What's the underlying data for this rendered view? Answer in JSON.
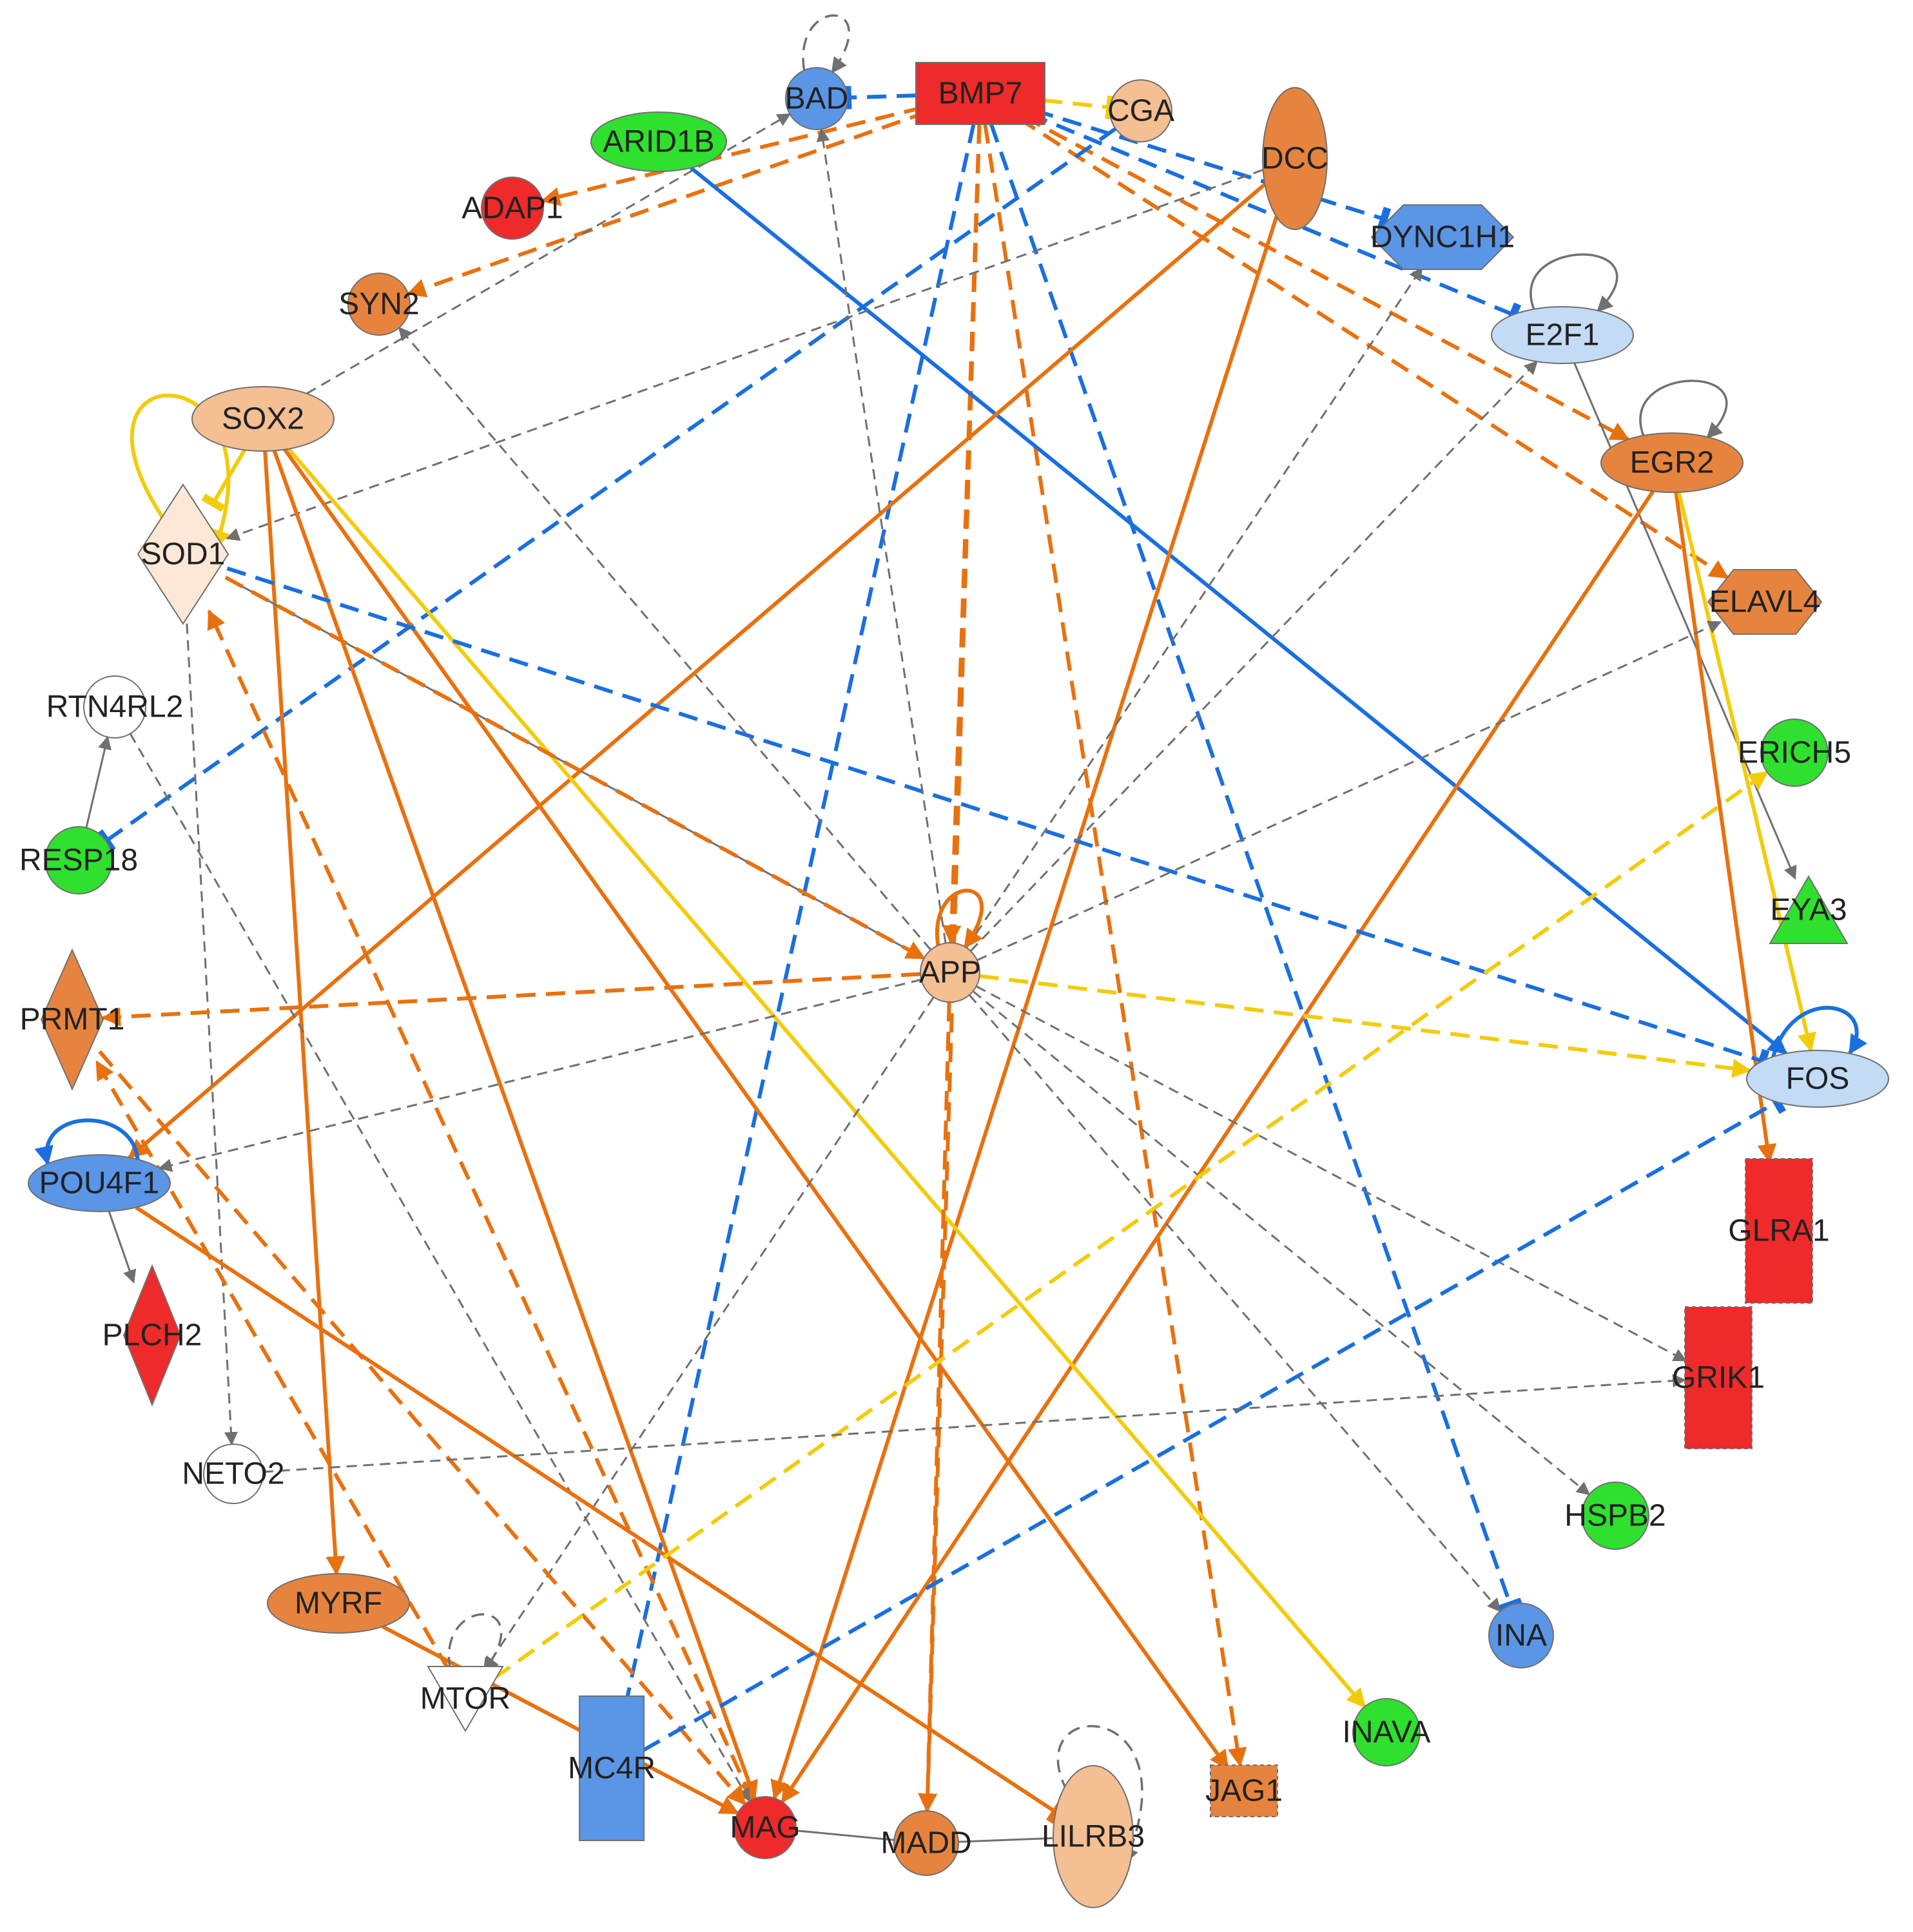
{
  "colors": {
    "up_strong": "#ee2a2a",
    "up_medium": "#e6843f",
    "up_light": "#f4bf92",
    "up_faint": "#fde7d6",
    "down_strong": "#2fe02f",
    "down_medium": "#5b95e6",
    "down_light": "#c3dbf5",
    "neutral": "#ffffff",
    "edge_activation": "#e8710f",
    "edge_inhibition": "#1a6fe0",
    "edge_inconsistent": "#f2cc0c",
    "edge_unpredicted": "#707070"
  },
  "nodes": [
    {
      "id": "BAD",
      "label": "BAD",
      "shape": "circle",
      "fill": "#5b95e6"
    },
    {
      "id": "BMP7",
      "label": "BMP7",
      "shape": "rect",
      "fill": "#ee2a2a"
    },
    {
      "id": "CGA",
      "label": "CGA",
      "shape": "circle",
      "fill": "#f4bf92"
    },
    {
      "id": "ARID1B",
      "label": "ARID1B",
      "shape": "ellipse",
      "fill": "#2fe02f"
    },
    {
      "id": "DCC",
      "label": "DCC",
      "shape": "vellipse",
      "fill": "#e6843f"
    },
    {
      "id": "ADAP1",
      "label": "ADAP1",
      "shape": "circle",
      "fill": "#ee2a2a"
    },
    {
      "id": "DYNC1H1",
      "label": "DYNC1H1",
      "shape": "hexagon",
      "fill": "#5b95e6"
    },
    {
      "id": "E2F1",
      "label": "E2F1",
      "shape": "ellipse",
      "fill": "#c3dbf5"
    },
    {
      "id": "SYN2",
      "label": "SYN2",
      "shape": "circle",
      "fill": "#e6843f"
    },
    {
      "id": "SOX2",
      "label": "SOX2",
      "shape": "ellipse",
      "fill": "#f4bf92"
    },
    {
      "id": "EGR2",
      "label": "EGR2",
      "shape": "ellipse",
      "fill": "#e6843f"
    },
    {
      "id": "SOD1",
      "label": "SOD1",
      "shape": "diamond",
      "fill": "#fde7d6"
    },
    {
      "id": "ELAVL4",
      "label": "ELAVL4",
      "shape": "hexagon",
      "fill": "#e6843f"
    },
    {
      "id": "RTN4RL2",
      "label": "RTN4RL2",
      "shape": "circle",
      "fill": "#ffffff"
    },
    {
      "id": "ERICH5",
      "label": "ERICH5",
      "shape": "circle",
      "fill": "#2fe02f"
    },
    {
      "id": "RESP18",
      "label": "RESP18",
      "shape": "circle",
      "fill": "#2fe02f"
    },
    {
      "id": "EYA3",
      "label": "EYA3",
      "shape": "triangle",
      "fill": "#2fe02f"
    },
    {
      "id": "APP",
      "label": "APP",
      "shape": "circle",
      "fill": "#f4bf92"
    },
    {
      "id": "PRMT1",
      "label": "PRMT1",
      "shape": "diamond",
      "fill": "#e6843f"
    },
    {
      "id": "FOS",
      "label": "FOS",
      "shape": "ellipse",
      "fill": "#c3dbf5"
    },
    {
      "id": "POU4F1",
      "label": "POU4F1",
      "shape": "ellipse",
      "fill": "#5b95e6"
    },
    {
      "id": "GLRA1",
      "label": "GLRA1",
      "shape": "rect_dashed",
      "fill": "#ee2a2a"
    },
    {
      "id": "PLCH2",
      "label": "PLCH2",
      "shape": "diamond",
      "fill": "#ee2a2a"
    },
    {
      "id": "GRIK1",
      "label": "GRIK1",
      "shape": "rect_dashed",
      "fill": "#ee2a2a"
    },
    {
      "id": "NETO2",
      "label": "NETO2",
      "shape": "circle",
      "fill": "#ffffff"
    },
    {
      "id": "HSPB2",
      "label": "HSPB2",
      "shape": "circle",
      "fill": "#2fe02f"
    },
    {
      "id": "MYRF",
      "label": "MYRF",
      "shape": "ellipse",
      "fill": "#e6843f"
    },
    {
      "id": "INA",
      "label": "INA",
      "shape": "circle",
      "fill": "#5b95e6"
    },
    {
      "id": "MTOR",
      "label": "MTOR",
      "shape": "invtriangle",
      "fill": "#ffffff"
    },
    {
      "id": "INAVA",
      "label": "INAVA",
      "shape": "circle",
      "fill": "#2fe02f"
    },
    {
      "id": "MC4R",
      "label": "MC4R",
      "shape": "rect",
      "fill": "#5b95e6"
    },
    {
      "id": "JAG1",
      "label": "JAG1",
      "shape": "rect_dashed",
      "fill": "#e6843f"
    },
    {
      "id": "MAG",
      "label": "MAG",
      "shape": "circle",
      "fill": "#ee2a2a"
    },
    {
      "id": "MADD",
      "label": "MADD",
      "shape": "circle",
      "fill": "#e6843f"
    },
    {
      "id": "LILRB3",
      "label": "LILRB3",
      "shape": "vellipse",
      "fill": "#f4bf92"
    }
  ],
  "edges": [
    {
      "from": "BMP7",
      "to": "BAD",
      "type": "inhibition",
      "dashed": true
    },
    {
      "from": "BMP7",
      "to": "CGA",
      "type": "inconsistent",
      "dashed": true,
      "end": "bar"
    },
    {
      "from": "BMP7",
      "to": "ADAP1",
      "type": "activation",
      "dashed": true
    },
    {
      "from": "BMP7",
      "to": "SYN2",
      "type": "activation",
      "dashed": true
    },
    {
      "from": "BMP7",
      "to": "DYNC1H1",
      "type": "inhibition",
      "dashed": true
    },
    {
      "from": "BMP7",
      "to": "E2F1",
      "type": "inhibition",
      "dashed": true
    },
    {
      "from": "BMP7",
      "to": "EGR2",
      "type": "activation",
      "dashed": true
    },
    {
      "from": "BMP7",
      "to": "ELAVL4",
      "type": "activation",
      "dashed": true
    },
    {
      "from": "BMP7",
      "to": "APP",
      "type": "activation",
      "dashed": true
    },
    {
      "from": "BMP7",
      "to": "MC4R",
      "type": "inhibition",
      "dashed": true
    },
    {
      "from": "BMP7",
      "to": "JAG1",
      "type": "activation",
      "dashed": true
    },
    {
      "from": "BMP7",
      "to": "MADD",
      "type": "activation",
      "dashed": true
    },
    {
      "from": "BMP7",
      "to": "INA",
      "type": "inhibition",
      "dashed": true
    },
    {
      "from": "ARID1B",
      "to": "FOS",
      "type": "inhibition",
      "dashed": false,
      "end": "arrow"
    },
    {
      "from": "CGA",
      "to": "RESP18",
      "type": "inhibition",
      "dashed": true
    },
    {
      "from": "DCC",
      "to": "POU4F1",
      "type": "activation",
      "dashed": false
    },
    {
      "from": "DCC",
      "to": "MAG",
      "type": "activation",
      "dashed": false
    },
    {
      "from": "DCC",
      "to": "SOD1",
      "type": "unpredicted",
      "dashed": true
    },
    {
      "from": "E2F1",
      "to": "EYA3",
      "type": "unpredicted",
      "dashed": false
    },
    {
      "from": "EGR2",
      "to": "MAG",
      "type": "activation",
      "dashed": false
    },
    {
      "from": "EGR2",
      "to": "GLRA1",
      "type": "activation",
      "dashed": false
    },
    {
      "from": "EGR2",
      "to": "FOS",
      "type": "inconsistent",
      "dashed": false
    },
    {
      "from": "SOX2",
      "to": "MYRF",
      "type": "activation",
      "dashed": false
    },
    {
      "from": "SOX2",
      "to": "MAG",
      "type": "activation",
      "dashed": false
    },
    {
      "from": "SOX2",
      "to": "JAG1",
      "type": "activation",
      "dashed": false
    },
    {
      "from": "SOX2",
      "to": "INAVA",
      "type": "inconsistent",
      "dashed": false
    },
    {
      "from": "SOX2",
      "to": "SOD1",
      "type": "inconsistent",
      "dashed": false,
      "end": "bar"
    },
    {
      "from": "SOX2",
      "to": "BAD",
      "type": "unpredicted",
      "dashed": true
    },
    {
      "from": "SOD1",
      "to": "FOS",
      "type": "inhibition",
      "dashed": true,
      "end": "bar"
    },
    {
      "from": "SOD1",
      "to": "APP",
      "type": "unpredicted",
      "dashed": false
    },
    {
      "from": "SOD1",
      "to": "NETO2",
      "type": "unpredicted",
      "dashed": true
    },
    {
      "from": "MAG",
      "to": "SOD1",
      "type": "activation",
      "dashed": true
    },
    {
      "from": "MTOR",
      "to": "PRMT1",
      "type": "activation",
      "dashed": true
    },
    {
      "from": "RESP18",
      "to": "RTN4RL2",
      "type": "unpredicted",
      "dashed": false
    },
    {
      "from": "RTN4RL2",
      "to": "MAG",
      "type": "unpredicted",
      "dashed": true
    },
    {
      "from": "APP",
      "to": "PRMT1",
      "type": "activation",
      "dashed": true
    },
    {
      "from": "APP",
      "to": "FOS",
      "type": "inconsistent",
      "dashed": true
    },
    {
      "from": "APP",
      "to": "POU4F1",
      "type": "unpredicted",
      "dashed": true
    },
    {
      "from": "APP",
      "to": "MTOR",
      "type": "unpredicted",
      "dashed": true
    },
    {
      "from": "APP",
      "to": "GRIK1",
      "type": "unpredicted",
      "dashed": true
    },
    {
      "from": "APP",
      "to": "HSPB2",
      "type": "unpredicted",
      "dashed": true
    },
    {
      "from": "APP",
      "to": "BAD",
      "type": "unpredicted",
      "dashed": true
    },
    {
      "from": "APP",
      "to": "SYN2",
      "type": "unpredicted",
      "dashed": true
    },
    {
      "from": "APP",
      "to": "E2F1",
      "type": "unpredicted",
      "dashed": true
    },
    {
      "from": "APP",
      "to": "DYNC1H1",
      "type": "unpredicted",
      "dashed": true
    },
    {
      "from": "APP",
      "to": "ELAVL4",
      "type": "unpredicted",
      "dashed": true
    },
    {
      "from": "APP",
      "to": "INA",
      "type": "unpredicted",
      "dashed": true
    },
    {
      "from": "APP",
      "to": "MADD",
      "type": "activation",
      "dashed": true
    },
    {
      "from": "SOD1",
      "to": "APP",
      "type": "activation",
      "dashed": true
    },
    {
      "from": "POU4F1",
      "to": "PLCH2",
      "type": "unpredicted",
      "dashed": false
    },
    {
      "from": "POU4F1",
      "to": "LILRB3",
      "type": "activation",
      "dashed": false,
      "end": "bar"
    },
    {
      "from": "PRMT1",
      "to": "MAG",
      "type": "activation",
      "dashed": true
    },
    {
      "from": "MYRF",
      "to": "MAG",
      "type": "activation",
      "dashed": false
    },
    {
      "from": "MC4R",
      "to": "FOS",
      "type": "inhibition",
      "dashed": true
    },
    {
      "from": "MTOR",
      "to": "ERICH5",
      "type": "inconsistent",
      "dashed": true
    },
    {
      "from": "NETO2",
      "to": "GRIK1",
      "type": "unpredicted",
      "dashed": true
    },
    {
      "from": "MAG",
      "to": "MADD",
      "type": "unpredicted",
      "dashed": false,
      "end": "none"
    },
    {
      "from": "MADD",
      "to": "LILRB3",
      "type": "unpredicted",
      "dashed": false,
      "end": "none"
    }
  ],
  "self_loops": [
    {
      "node": "BAD",
      "type": "unpredicted",
      "dashed": true
    },
    {
      "node": "E2F1",
      "type": "unpredicted",
      "dashed": false
    },
    {
      "node": "EGR2",
      "type": "unpredicted",
      "dashed": false
    },
    {
      "node": "SOD1",
      "type": "inconsistent",
      "dashed": false
    },
    {
      "node": "APP",
      "type": "activation",
      "dashed": false
    },
    {
      "node": "FOS",
      "type": "inhibition",
      "dashed": false
    },
    {
      "node": "POU4F1",
      "type": "inhibition",
      "dashed": false
    },
    {
      "node": "MTOR",
      "type": "unpredicted",
      "dashed": true
    },
    {
      "node": "LILRB3",
      "type": "unpredicted",
      "dashed": true
    }
  ]
}
